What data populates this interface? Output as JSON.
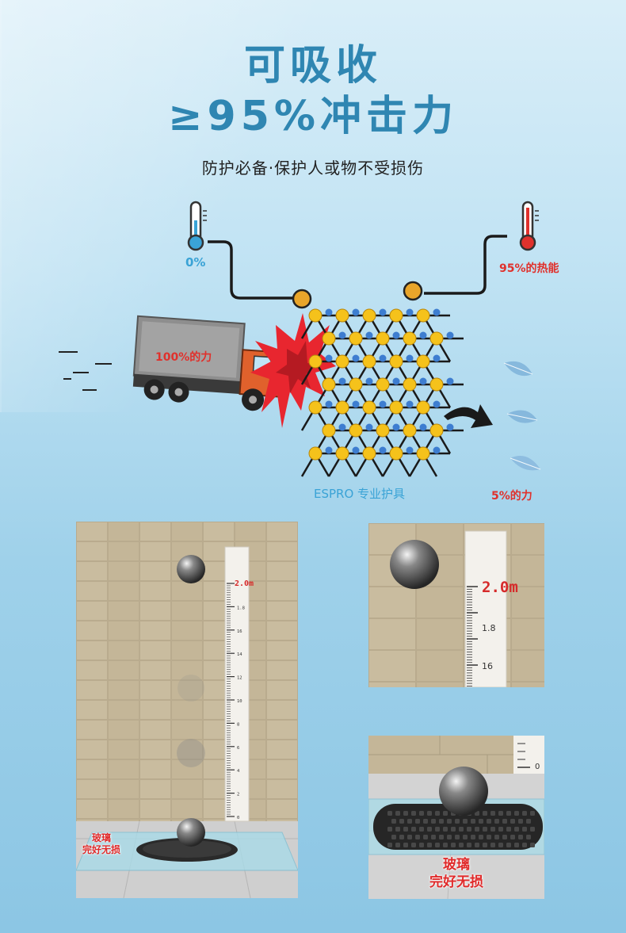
{
  "headline": {
    "line1": "可吸收",
    "line2": "≥95%冲击力"
  },
  "subtitle": "防护必备·保护人或物不受损伤",
  "diagram": {
    "cold_label": "0%",
    "hot_label": "95%的热能",
    "truck_label": "100%的力",
    "material_label": "ESPRO 专业护具",
    "residual_label": "5%的力",
    "colors": {
      "cold": "#3aa3d6",
      "hot": "#e0312c",
      "truck_label": "#e0312c",
      "material": "#3aa3d6",
      "node_yellow": "#f5c21b",
      "node_blue": "#3d7dd0"
    }
  },
  "drop_test": {
    "scale_marks": [
      "2.0m",
      "1.8",
      "16",
      "14",
      "12",
      "10",
      "8",
      "6",
      "4",
      "2",
      "0"
    ],
    "zoom_top_marks": [
      "2.0m",
      "1.8",
      "16"
    ],
    "zoom_bottom_mark": "0",
    "glass_text_line1": "玻璃",
    "glass_text_line2": "完好无损"
  }
}
